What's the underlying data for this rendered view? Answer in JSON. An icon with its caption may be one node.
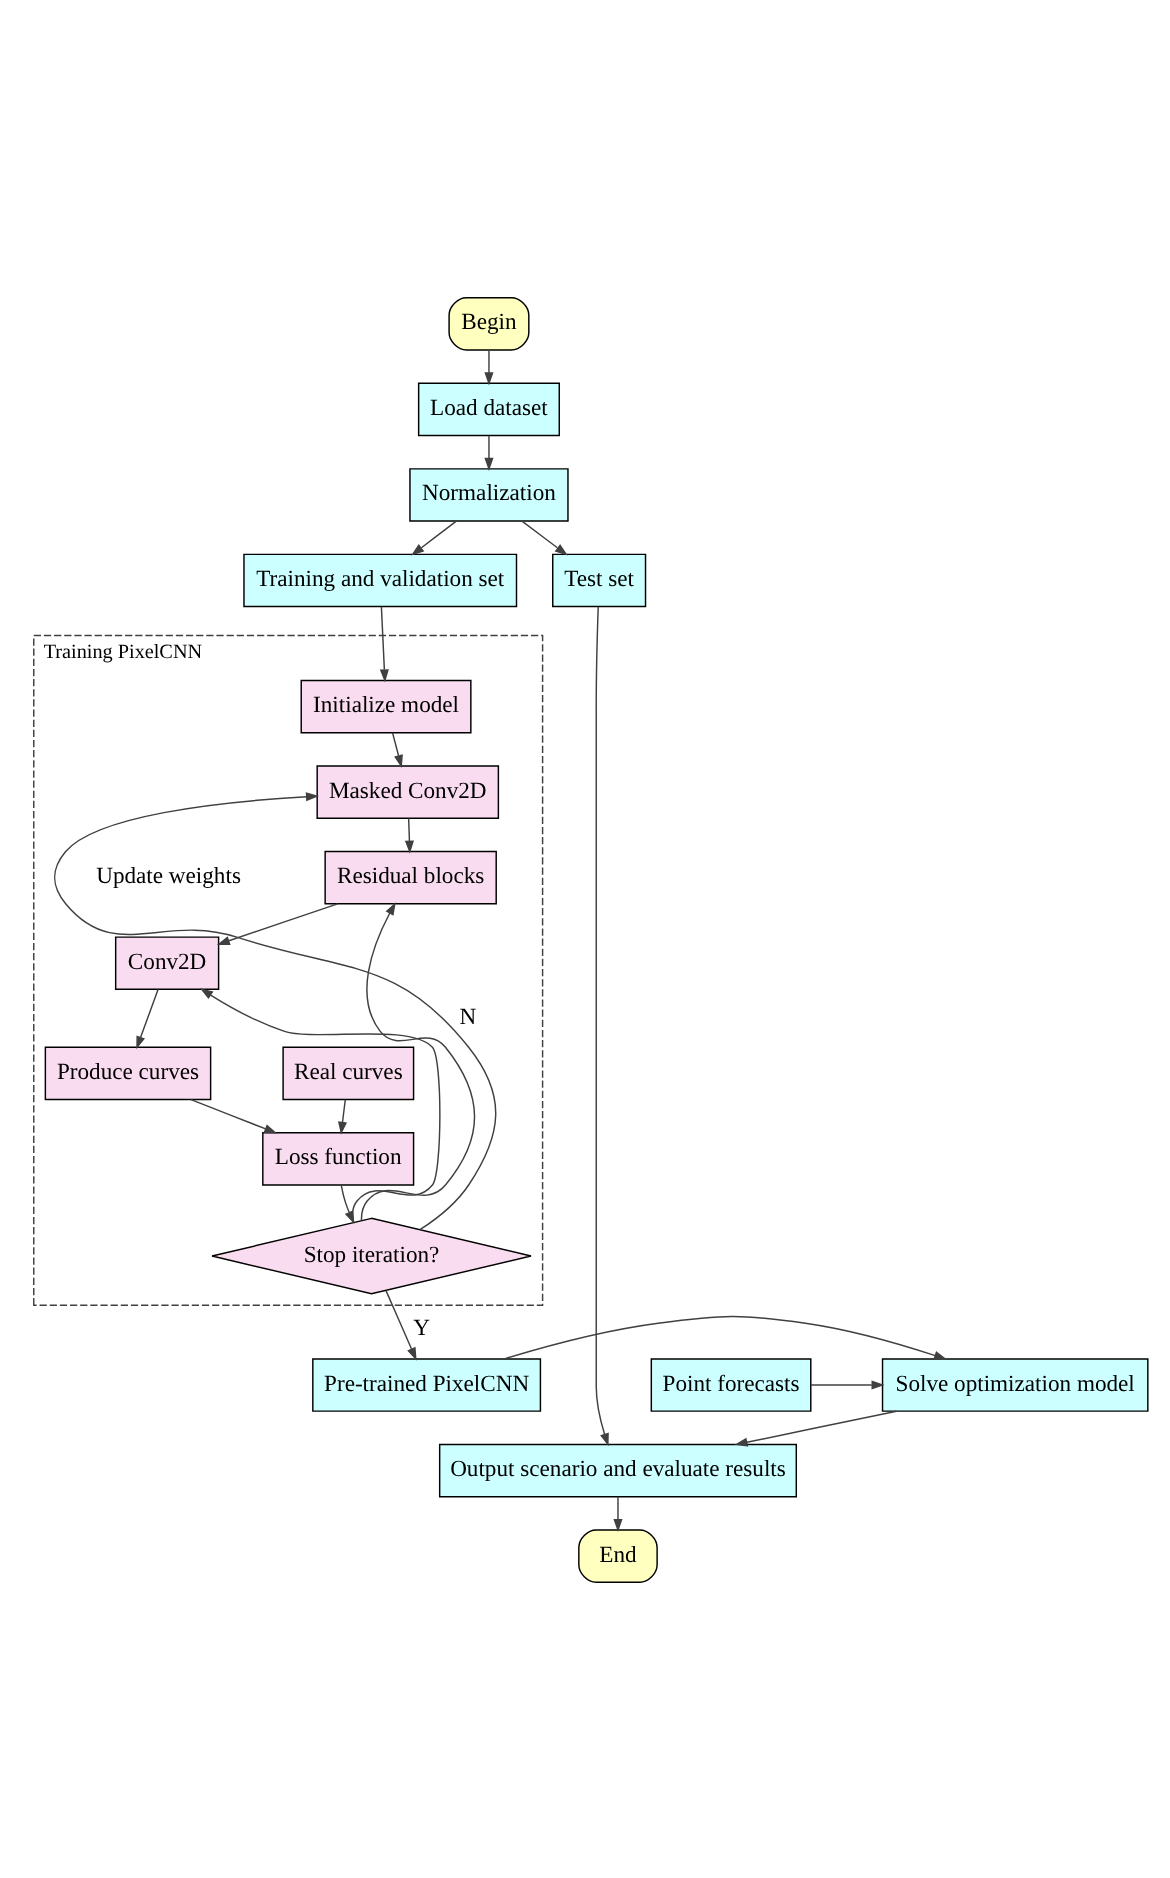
{
  "diagram": {
    "nodes": [
      {
        "text": [
          "Begin"
        ]
      },
      {
        "text": [
          "Load dataset"
        ]
      },
      {
        "text": [
          "Normalization"
        ]
      },
      {
        "text": [
          "Training and validation set"
        ]
      },
      {
        "text": [
          "Test set"
        ]
      },
      {
        "text": [
          "Training PixelCNN"
        ]
      },
      {
        "text": [
          "Initialize model"
        ],
        "in": 5
      },
      {
        "text": [
          "Masked Conv2D"
        ],
        "in": 5
      },
      {
        "text": [
          "Residual blocks"
        ],
        "in": 5
      },
      {
        "text": [
          "Conv2D"
        ],
        "in": 5
      },
      {
        "text": [
          "Produce curves"
        ],
        "in": 5
      },
      {
        "text": [
          "Real curves"
        ],
        "in": 5
      },
      {
        "text": [
          "Loss function"
        ],
        "in": 5
      },
      {
        "text": [
          "Stop iteration?"
        ],
        "in": 5
      },
      {
        "text": [
          "Point forecasts"
        ]
      },
      {
        "text": [
          "Solve optimization model"
        ]
      },
      {
        "text": [
          "Pre-trained PixelCNN"
        ]
      },
      {
        "text": [
          "Output scenario and evaluate results"
        ]
      },
      {
        "text": [
          "End"
        ]
      }
    ],
    "edges": [
      {
        "from": 0,
        "to": 1,
        "arrow": "to"
      },
      {
        "from": 1,
        "to": 2,
        "arrow": "to"
      },
      {
        "from": 2,
        "to": 3,
        "arrow": "to"
      },
      {
        "from": 2,
        "to": 4,
        "arrow": "to"
      },
      {
        "from": 3,
        "to": 6,
        "arrow": "to"
      },
      {
        "from": 6,
        "to": 7,
        "arrow": "to"
      },
      {
        "from": 7,
        "to": 8,
        "arrow": "to"
      },
      {
        "from": 8,
        "to": 9,
        "arrow": "to"
      },
      {
        "from": 9,
        "to": 10,
        "arrow": "to"
      },
      {
        "from": 10,
        "to": 12,
        "arrow": "to"
      },
      {
        "from": 11,
        "to": 12,
        "arrow": "to"
      },
      {
        "from": 12,
        "to": 13,
        "arrow": "to"
      },
      {
        "from": 13,
        "to": 7,
        "arrow": "to",
        "label": "N"
      },
      {
        "from": 13,
        "to": 8,
        "arrow": "to"
      },
      {
        "from": 13,
        "to": 9,
        "arrow": "to"
      },
      {
        "from": 13,
        "to": 16,
        "arrow": "to",
        "label": "Y"
      },
      {
        "from": 14,
        "to": 15,
        "arrow": "to"
      },
      {
        "from": 16,
        "to": 15,
        "arrow": "to"
      },
      {
        "from": 15,
        "to": 17,
        "arrow": "to"
      },
      {
        "from": 4,
        "to": 17,
        "arrow": "to"
      },
      {
        "from": 17,
        "to": 18,
        "arrow": "to"
      }
    ],
    "labels": [
      "Update weights"
    ]
  }
}
